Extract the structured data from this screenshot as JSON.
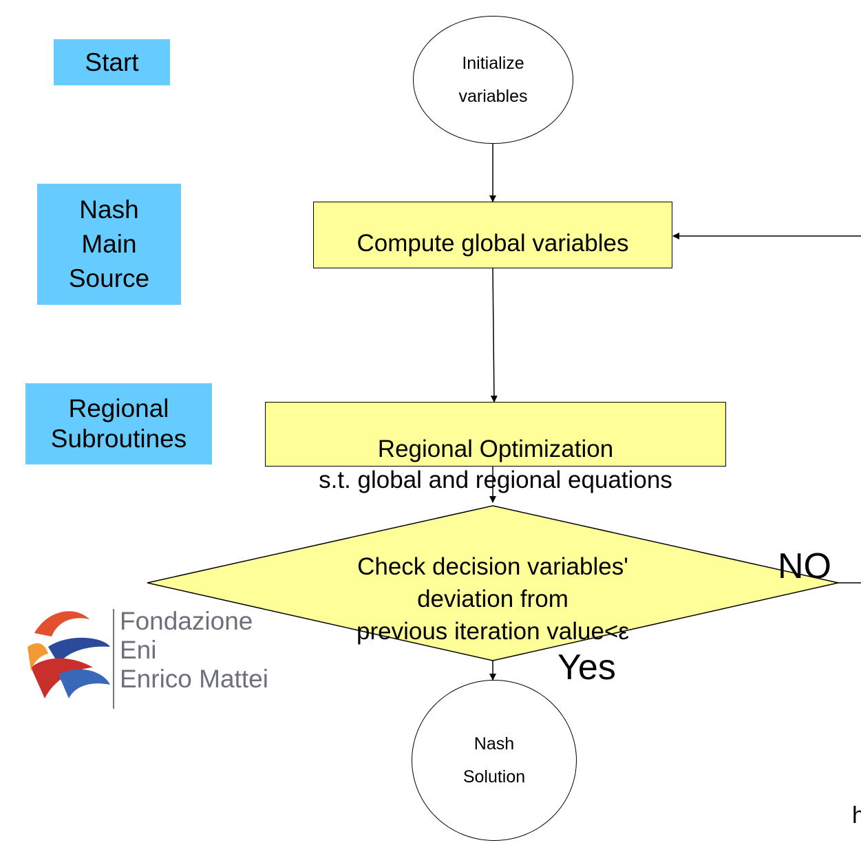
{
  "side_labels": {
    "start": "Start",
    "nash_main": "Nash\nMain\nSource",
    "regional": "Regional\nSubroutines"
  },
  "nodes": {
    "initialize": "Initialize\nvariables",
    "compute": "Compute global variables",
    "regional_opt": "Regional Optimization\ns.t. global and regional equations",
    "check_line1": "Check decision variables'",
    "check_line2": "deviation from",
    "check_line3": "previous iteration value<ε",
    "solution": "Nash\nSolution"
  },
  "branch_labels": {
    "no": "NO",
    "yes": "Yes"
  },
  "logo": {
    "line1": "Fondazione",
    "line2": "Eni",
    "line3": "Enrico Mattei"
  },
  "edge_fragment": "h",
  "colors": {
    "side_label_fill": "#66ccff",
    "process_fill": "#ffff99"
  }
}
